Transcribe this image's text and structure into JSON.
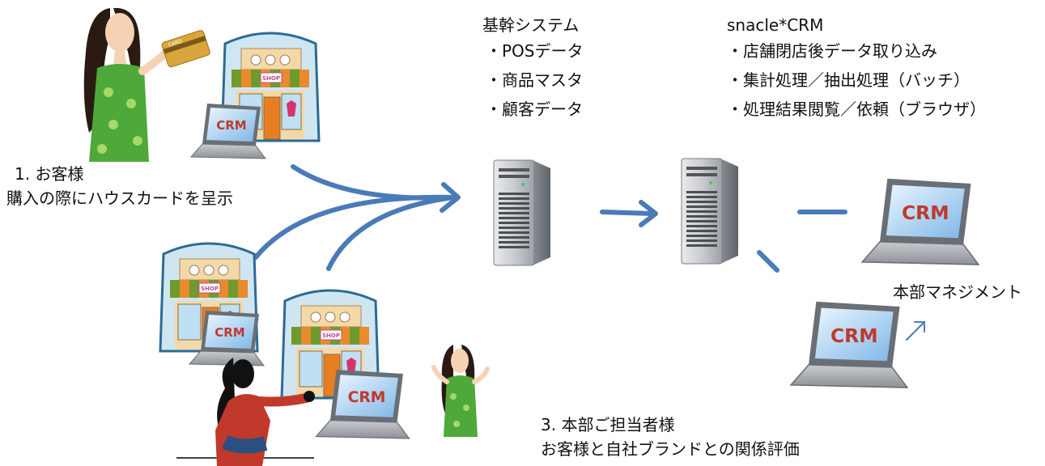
{
  "core_system": {
    "title": "基幹システム",
    "items": [
      "・POSデータ",
      "・商品マスタ",
      "・顧客データ"
    ]
  },
  "crm": {
    "title": "snacle*CRM",
    "items": [
      "・店舗閉店後データ取り込み",
      "・集計処理／抽出処理（バッチ）",
      "・処理結果閲覧／依頼（ブラウザ）"
    ]
  },
  "customer": {
    "step": "1. お客様",
    "desc": "購入の際にハウスカードを呈示"
  },
  "hq": {
    "label": "本部マネジメント",
    "step": "3. 本部ご担当者様",
    "desc": "お客様と自社ブランドとの関係評価"
  },
  "labels": {
    "shop_sign": "SHOP",
    "laptop_screen": "CRM",
    "card": "CARD"
  },
  "colors": {
    "arrow": "#4a7ab8",
    "awning_green": "#6f9a2e",
    "awning_orange": "#e98a2c",
    "shop_wall": "#cfe6f2",
    "crm_text": "#c0392b"
  },
  "icons": [
    "shop-icon",
    "laptop-icon",
    "server-icon",
    "woman-figure",
    "flow-arrow"
  ]
}
